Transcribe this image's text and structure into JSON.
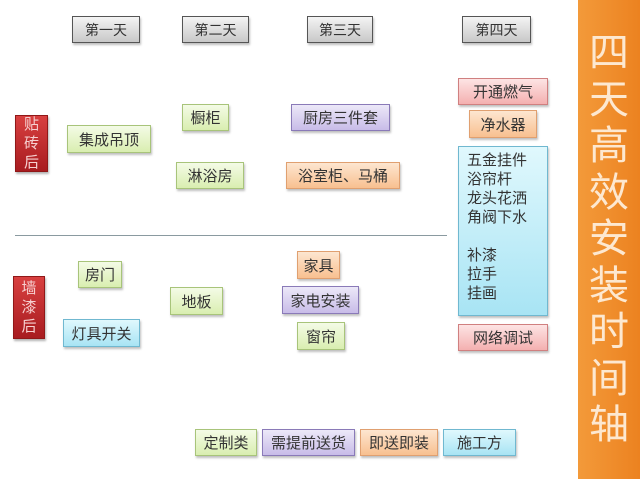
{
  "days": [
    "第一天",
    "第二天",
    "第三天",
    "第四天"
  ],
  "sides": {
    "tile": [
      "贴",
      "砖",
      "后"
    ],
    "paint": [
      "墙",
      "漆",
      "后"
    ]
  },
  "tasks": {
    "ceiling": "集成吊顶",
    "cabinet": "橱柜",
    "shower": "淋浴房",
    "kitchen": "厨房三件套",
    "bathroom": "浴室柜、马桶",
    "gas": "开通燃气",
    "purifier": "净水器",
    "network": "网络调试",
    "door": "房门",
    "lights": "灯具开关",
    "floor": "地板",
    "furniture": "家具",
    "appliances": "家电安装",
    "curtain": "窗帘"
  },
  "day4_list": [
    "五金挂件",
    "浴帘杆",
    "龙头花洒",
    "角阀下水",
    "",
    "补漆",
    "拉手",
    "挂画"
  ],
  "legend": [
    "定制类",
    "需提前送货",
    "即送即装",
    "施工方"
  ],
  "title": [
    "四",
    "天",
    "高",
    "效",
    "安",
    "装",
    "时",
    "间",
    "轴"
  ]
}
